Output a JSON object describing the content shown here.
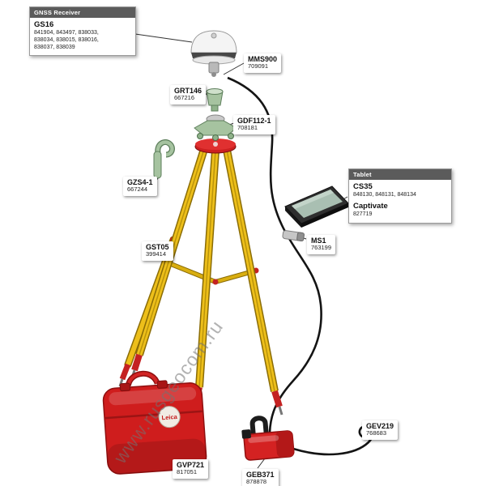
{
  "watermark": "www.rusgeocom.ru",
  "receiver_box": {
    "header": "GNSS Receiver",
    "model": "GS16",
    "part_lines": [
      "841904, 843497, 838033,",
      "838034, 838015, 838016,",
      "838037, 838039"
    ]
  },
  "tablet_box": {
    "header": "Tablet",
    "model": "CS35",
    "parts": "848130, 848131, 848134",
    "software": "Captivate",
    "software_part": "827719"
  },
  "labels": {
    "mms900": {
      "model": "MMS900",
      "part": "709091"
    },
    "grt146": {
      "model": "GRT146",
      "part": "667216"
    },
    "gdf112": {
      "model": "GDF112-1",
      "part": "708181"
    },
    "gzs4": {
      "model": "GZS4-1",
      "part": "667244"
    },
    "gst05": {
      "model": "GST05",
      "part": "399414"
    },
    "ms1": {
      "model": "MS1",
      "part": "763199"
    },
    "gvp721": {
      "model": "GVP721",
      "part": "817051"
    },
    "geb371": {
      "model": "GEB371",
      "part": "878878"
    },
    "gev219": {
      "model": "GEV219",
      "part": "768683"
    }
  },
  "case_logo": "Leica",
  "colors": {
    "case_red": "#cf1d1d",
    "tripod_yellow": "#edbf1a",
    "leica_green": "#a6c3a0",
    "cable_black": "#141414"
  }
}
